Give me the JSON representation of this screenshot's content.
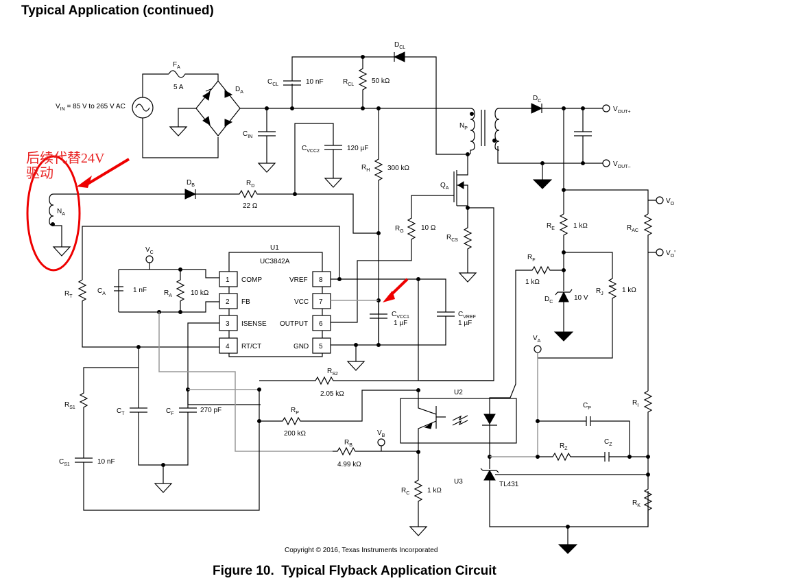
{
  "header": {
    "title": "Typical Application (continued)"
  },
  "figure": {
    "caption": "Figure 10.  Typical Flyback Application Circuit",
    "copyright": "Copyright © 2016, Texas Instruments Incorporated"
  },
  "annotation": {
    "text_line1": "后续代替24V",
    "text_line2": "驱动",
    "color": "#e82020"
  },
  "labels": {
    "vin": "V",
    "vin_sub": "IN",
    "vin_rest": " = 85 V to 265 V AC",
    "fa": "F",
    "fa_sub": "A",
    "fa_val": "5 A",
    "da": "D",
    "da_sub": "A",
    "cin": "C",
    "cin_sub": "IN",
    "ccl": "C",
    "ccl_sub": "CL",
    "ccl_val": "10 nF",
    "rcl": "R",
    "rcl_sub": "CL",
    "rcl_val": "50 kΩ",
    "dcl": "D",
    "dcl_sub": "CL",
    "np": "N",
    "np_sub": "P",
    "dc": "D",
    "dc_sub": "C",
    "vout_p": "V",
    "vout_p_sub": "OUT+",
    "vout_n": "V",
    "vout_n_sub": "OUT–",
    "cvcc2": "C",
    "cvcc2_sub": "VCC2",
    "cvcc2_val": "120 µF",
    "rh": "R",
    "rh_sub": "H",
    "rh_val": "300 kΩ",
    "qa": "Q",
    "qa_sub": "A",
    "db": "D",
    "db_sub": "B",
    "rd": "R",
    "rd_sub": "D",
    "rd_val": "22 Ω",
    "na": "N",
    "na_sub": "A",
    "rg": "R",
    "rg_sub": "G",
    "rg_val": "10 Ω",
    "rcs": "R",
    "rcs_sub": "CS",
    "vo": "V",
    "vo_sub": "O",
    "vo2": "V",
    "vo2_sub": "O",
    "re": "R",
    "re_sub": "E",
    "re_val": "1 kΩ",
    "rac": "R",
    "rac_sub": "AC",
    "rf": "R",
    "rf_sub": "F",
    "rf_val": "1 kΩ",
    "rj": "R",
    "rj_sub": "J",
    "rj_val": "1 kΩ",
    "dz": "D",
    "dz_sub": "C",
    "dz_val": "10 V",
    "va": "V",
    "va_sub": "A",
    "u1": "U1",
    "u1_part": "UC3842A",
    "vc": "V",
    "vc_sub": "C",
    "ca": "C",
    "ca_sub": "A",
    "ca_val": "1 nF",
    "ra": "R",
    "ra_sub": "A",
    "ra_val": "10 kΩ",
    "rt": "R",
    "rt_sub": "T",
    "cvcc1": "C",
    "cvcc1_sub": "VCC1",
    "cvcc1_val": "1 µF",
    "cvref": "C",
    "cvref_sub": "VREF",
    "cvref_val": "1 µF",
    "rs1": "R",
    "rs1_sub": "S1",
    "cs1": "C",
    "cs1_sub": "S1",
    "cs1_val": "10 nF",
    "ct": "C",
    "ct_sub": "T",
    "cf": "C",
    "cf_sub": "F",
    "cf_val": "270 pF",
    "rs2": "R",
    "rs2_sub": "S2",
    "rs2_val": "2.05 kΩ",
    "rp": "R",
    "rp_sub": "P",
    "rp_val": "200 kΩ",
    "rb": "R",
    "rb_sub": "B",
    "rb_val": "4.99 kΩ",
    "vb": "V",
    "vb_sub": "B",
    "rc": "R",
    "rc_sub": "C",
    "rc_val": "1 kΩ",
    "u2": "U2",
    "u3": "U3",
    "tl431": "TL431",
    "cp": "C",
    "cp_sub": "P",
    "rz": "R",
    "rz_sub": "Z",
    "cz": "C",
    "cz_sub": "Z",
    "ri": "R",
    "ri_sub": "I",
    "rk": "R",
    "rk_sub": "K"
  },
  "u1_pins": {
    "left": [
      {
        "num": "1",
        "name": "COMP"
      },
      {
        "num": "2",
        "name": "FB"
      },
      {
        "num": "3",
        "name": "ISENSE"
      },
      {
        "num": "4",
        "name": "RT/CT"
      }
    ],
    "right": [
      {
        "num": "8",
        "name": "VREF"
      },
      {
        "num": "7",
        "name": "VCC"
      },
      {
        "num": "6",
        "name": "OUTPUT"
      },
      {
        "num": "5",
        "name": "GND"
      }
    ]
  }
}
